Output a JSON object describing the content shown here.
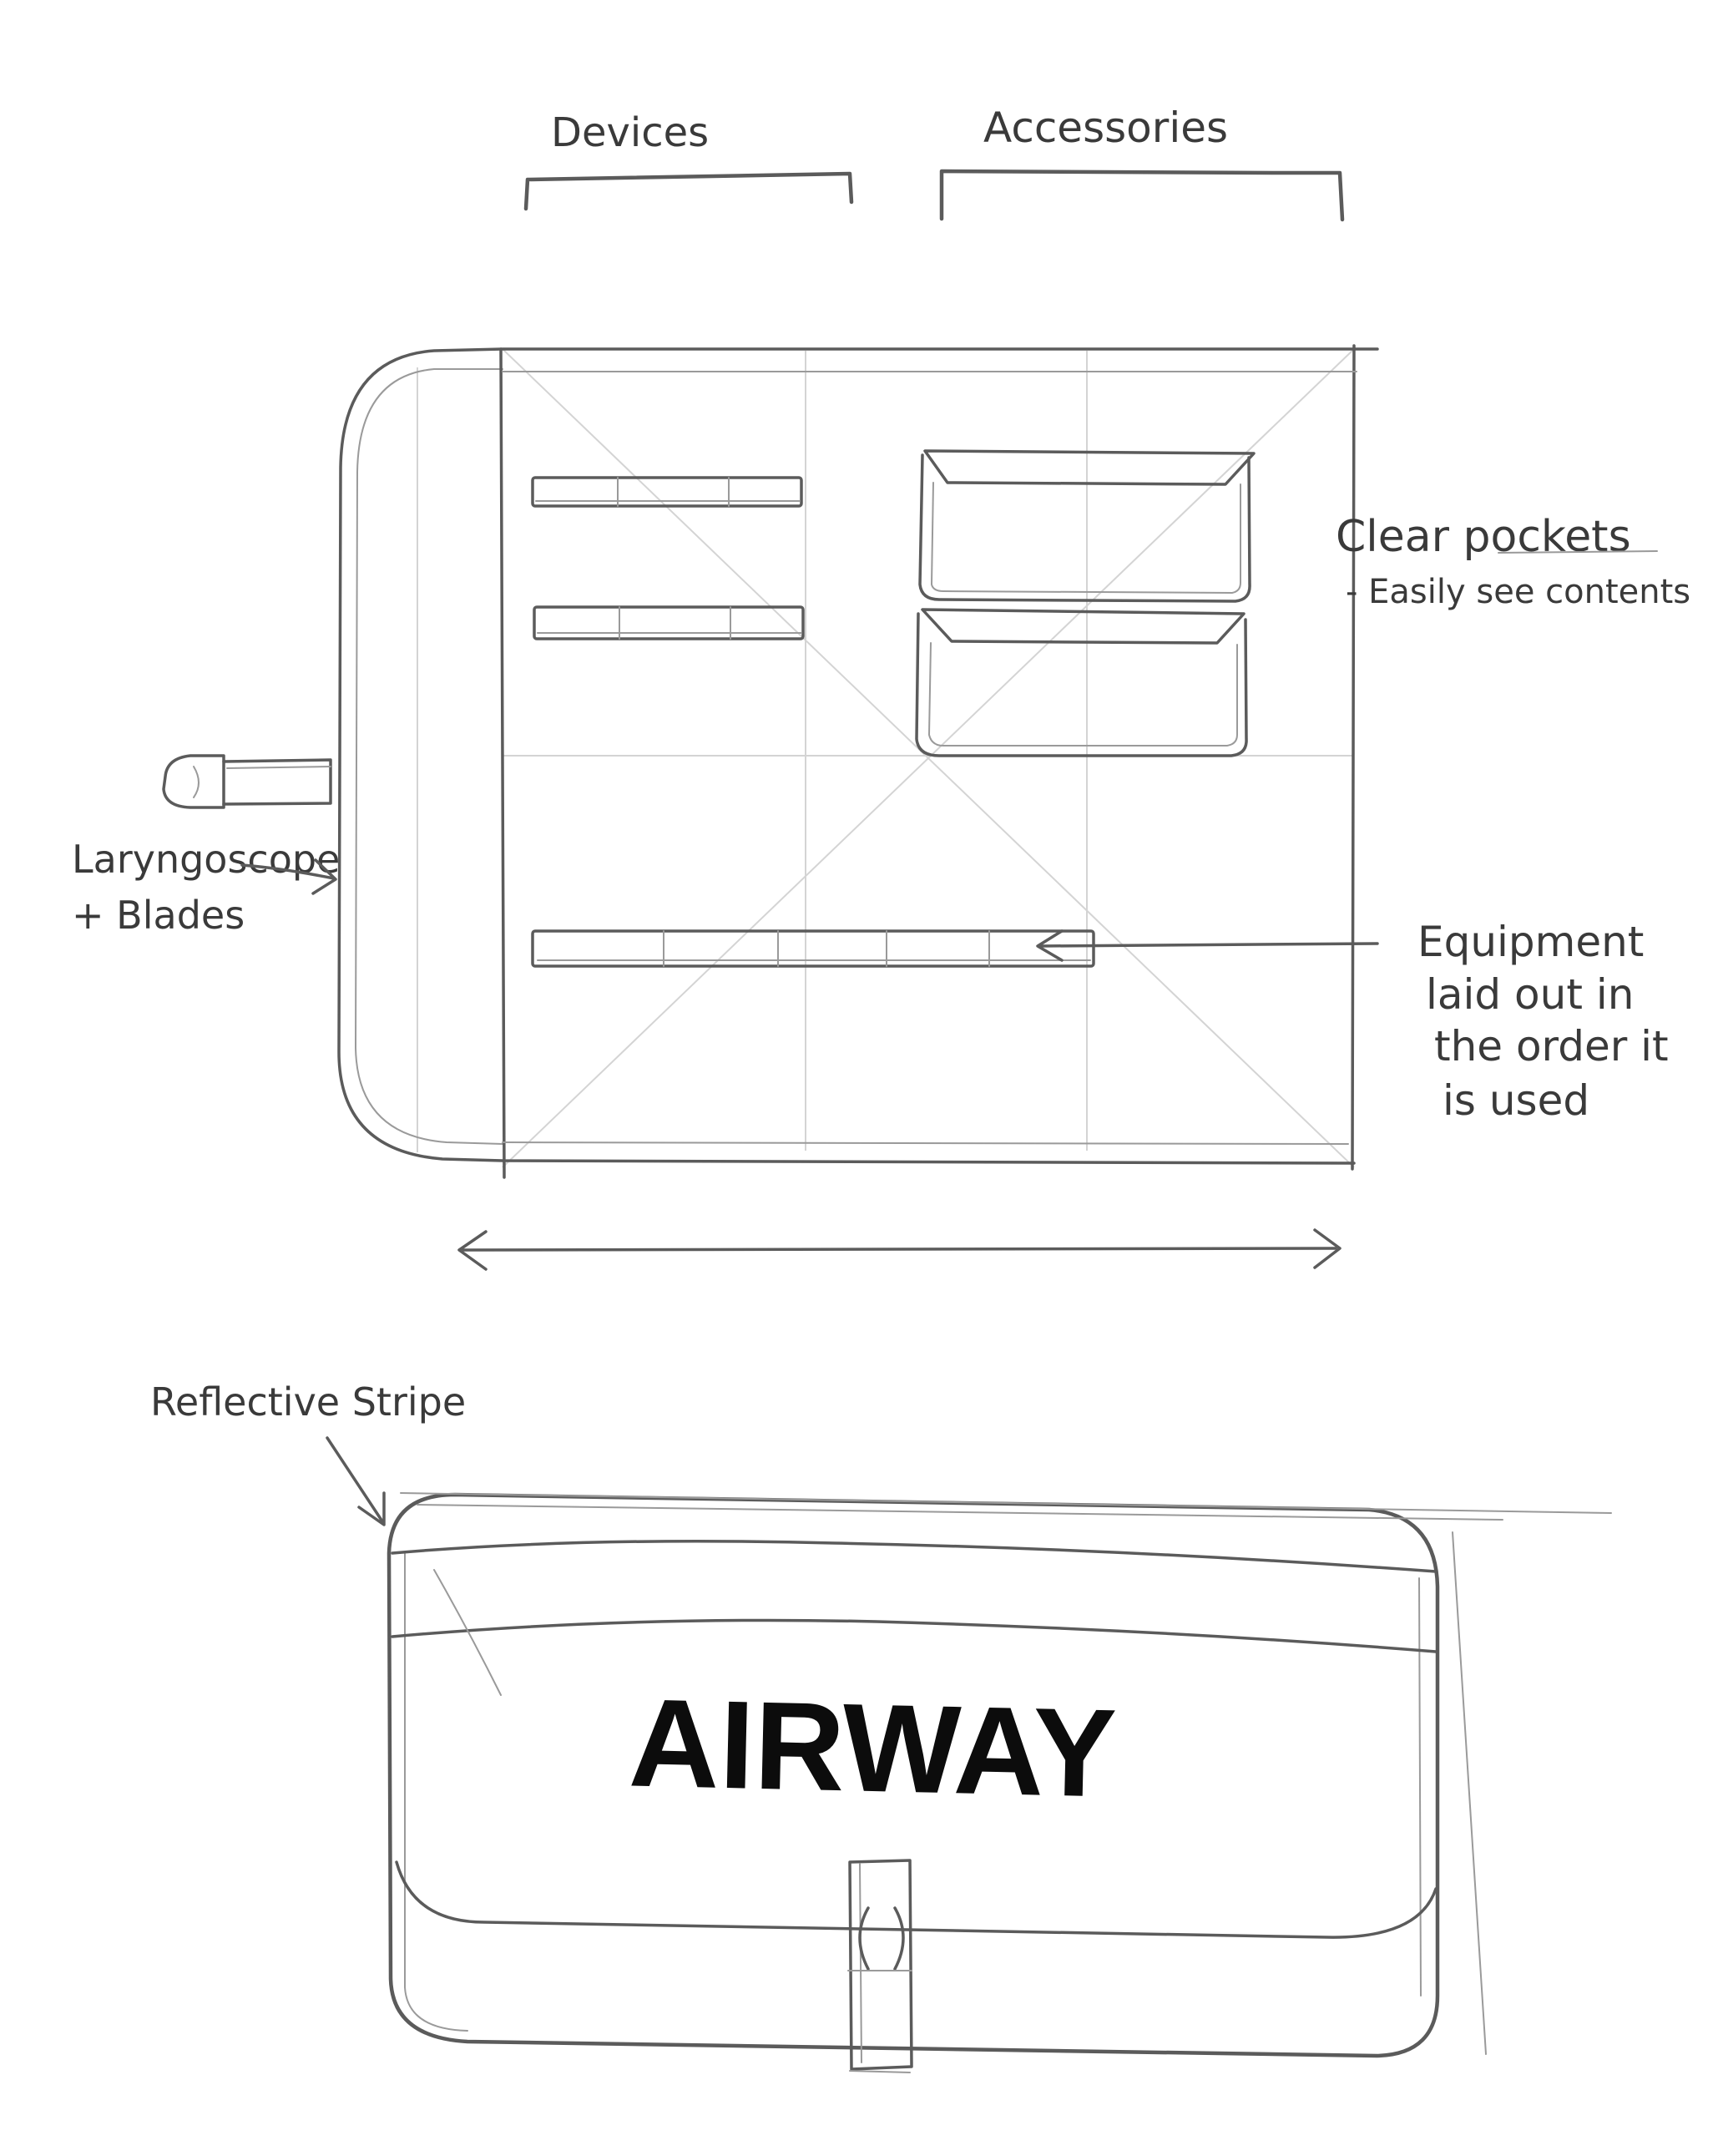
{
  "labels": {
    "devices": "Devices",
    "accessories": "Accessories",
    "clear_pockets": "Clear pockets",
    "clear_pockets_note": "- Easily see contents",
    "laryngoscope_line1": "Laryngoscope",
    "laryngoscope_line2": "+ Blades",
    "equipment_line1": "Equipment",
    "equipment_line2": "laid out in",
    "equipment_line3": "the order it",
    "equipment_line4": "is used",
    "reflective_stripe": "Reflective Stripe",
    "bag_brand": "AIRWAY"
  },
  "colors": {
    "ink": "#3a3a3a",
    "stroke": "#5b5b5b",
    "guide": "#d4d4d4",
    "brand_text": "#0c0c0c"
  }
}
